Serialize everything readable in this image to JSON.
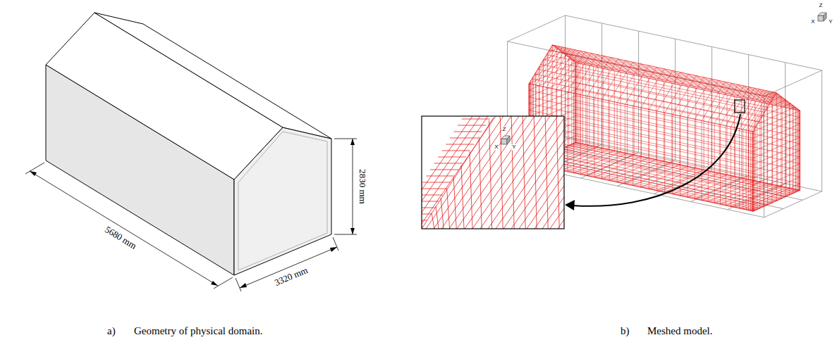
{
  "diagram": {
    "labels": [
      "5680 mm",
      "3320 mm",
      "2830 mm",
      "Z",
      "X",
      "Y",
      "Z",
      "X",
      "Y",
      "a)",
      "Geometry of physical domain.",
      "b)",
      "Meshed model."
    ]
  }
}
